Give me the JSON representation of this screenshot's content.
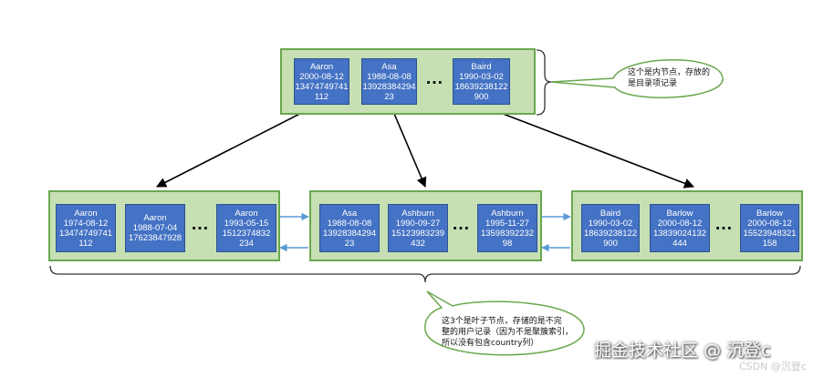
{
  "inner_node": {
    "records": [
      {
        "name": "Aaron",
        "date": "2000-08-12",
        "phone": "13474749741",
        "id": "112"
      },
      {
        "name": "Asa",
        "date": "1988-08-08",
        "phone": "13928384294",
        "id": "23"
      },
      {
        "name": "Baird",
        "date": "1990-03-02",
        "phone": "18639238122",
        "id": "900"
      }
    ],
    "ellipsis": "…"
  },
  "leaf_nodes": [
    {
      "records": [
        {
          "name": "Aaron",
          "date": "1974-08-12",
          "phone": "13474749741",
          "id": "112"
        },
        {
          "name": "Aaron",
          "date": "1988-07-04",
          "phone": "17623847928",
          "id": ""
        },
        {
          "name": "Aaron",
          "date": "1993-05-15",
          "phone": "1512374832",
          "id": "234"
        }
      ],
      "ellipsis": "…"
    },
    {
      "records": [
        {
          "name": "Asa",
          "date": "1988-08-08",
          "phone": "13928384294",
          "id": "23"
        },
        {
          "name": "Ashburn",
          "date": "1990-09-27",
          "phone": "15123983239",
          "id": "432"
        },
        {
          "name": "Ashburn",
          "date": "1995-11-27",
          "phone": "13598392232",
          "id": "98"
        }
      ],
      "ellipsis": "…"
    },
    {
      "records": [
        {
          "name": "Baird",
          "date": "1990-03-02",
          "phone": "18639238122",
          "id": "900"
        },
        {
          "name": "Barlow",
          "date": "2000-08-12",
          "phone": "13839024132",
          "id": "444"
        },
        {
          "name": "Barlow",
          "date": "2000-08-12",
          "phone": "15523948321",
          "id": "158"
        }
      ],
      "ellipsis": "…"
    }
  ],
  "annotations": {
    "inner_note": "这个是内节点，存放的\n是目录项记录",
    "leaf_note": "这3个是叶子节点，存储的是不完\n整的用户记录（因为不是聚簇索引，\n所以没有包含country列）"
  },
  "watermark": "掘金技术社区 @ 沉登c",
  "csdn_mark": "CSDN @沉登c",
  "colors": {
    "node_fill": "#c6e0b4",
    "node_border": "#6aa84f",
    "record_fill": "#4472c4",
    "link_arrow": "#5b9bd5",
    "pointer_arrow": "#000000"
  }
}
